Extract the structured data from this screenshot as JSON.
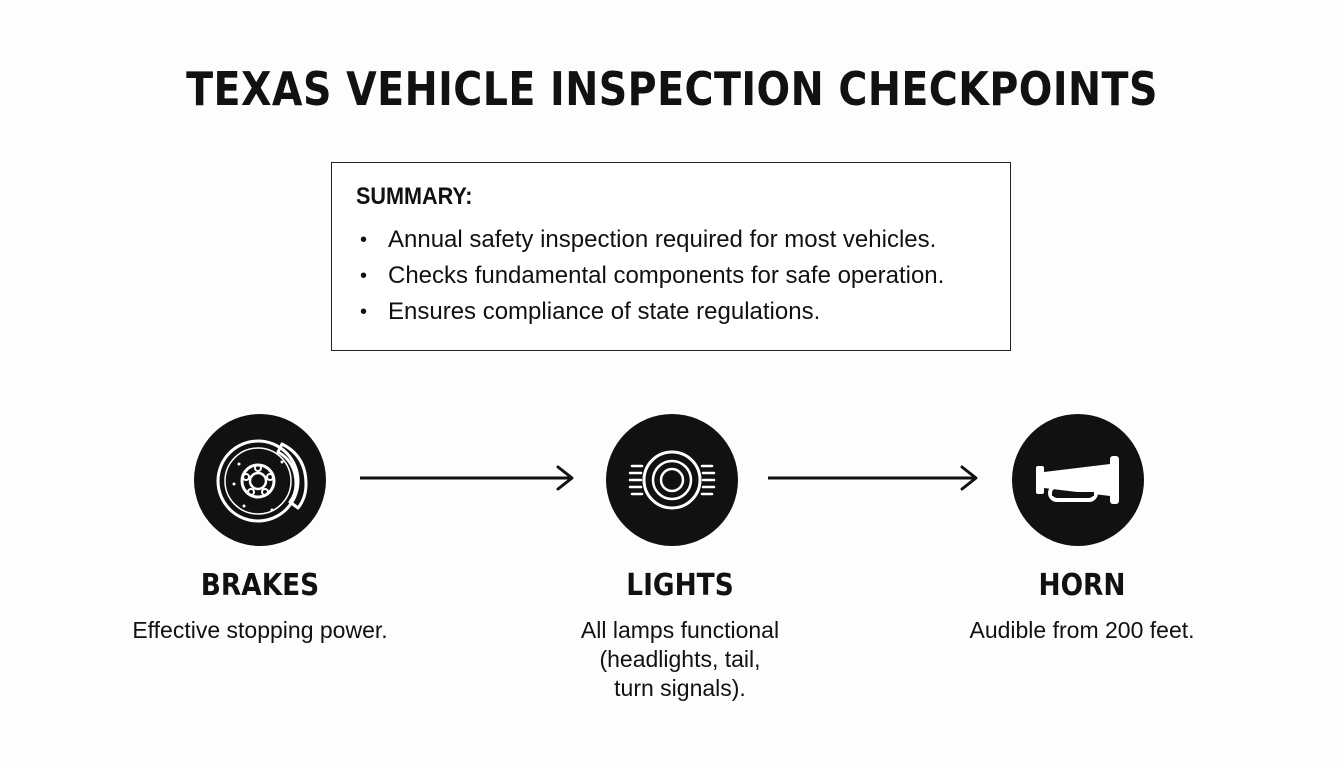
{
  "title": "TEXAS VEHICLE INSPECTION CHECKPOINTS",
  "summary": {
    "heading": "SUMMARY:",
    "items": [
      "Annual safety inspection required for most vehicles.",
      "Checks fundamental components for safe operation.",
      "Ensures compliance of state regulations."
    ]
  },
  "steps": [
    {
      "label": "BRAKES",
      "description": "Effective stopping power.",
      "icon": "brake-disc-icon"
    },
    {
      "label": "LIGHTS",
      "description_lines": [
        "All lamps functional",
        "(headlights, tail,",
        "turn signals)."
      ],
      "icon": "headlight-icon"
    },
    {
      "label": "HORN",
      "description": "Audible from 200 feet.",
      "icon": "horn-icon"
    }
  ],
  "colors": {
    "ink": "#111111",
    "background": "#fdfdfd"
  }
}
